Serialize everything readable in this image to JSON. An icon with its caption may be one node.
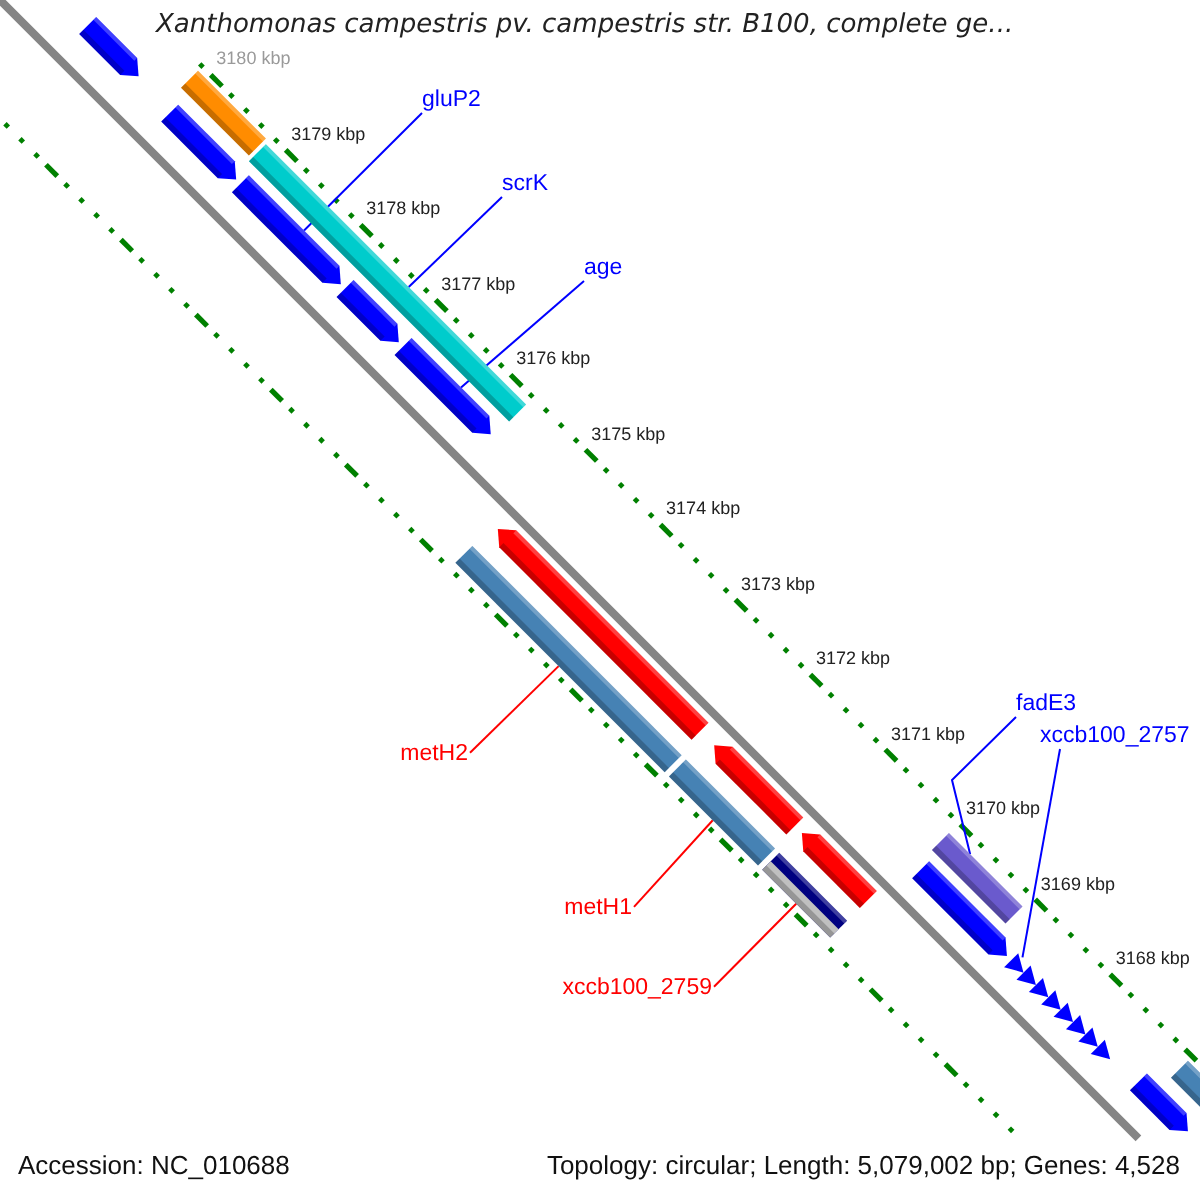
{
  "diagram": {
    "title": "Xanthomonas campestris pv. campestris str. B100, complete ge...",
    "nodes": [
      {
        "text": [
          "gluP2"
        ]
      },
      {
        "text": [
          "scrK"
        ]
      },
      {
        "text": [
          "age"
        ]
      },
      {
        "text": [
          "fadE3"
        ]
      },
      {
        "text": [
          "xccb100_2757"
        ]
      },
      {
        "text": [
          "metH2"
        ]
      },
      {
        "text": [
          "metH1"
        ]
      },
      {
        "text": [
          "xccb100_2759"
        ]
      },
      {
        "text": [],
        "shape": "arrow"
      },
      {
        "text": [],
        "shape": "bar"
      },
      {
        "text": [],
        "shape": "arrow"
      },
      {
        "text": [],
        "shape": "bar"
      },
      {
        "text": [],
        "shape": "arrow"
      },
      {
        "text": [],
        "shape": "bar"
      },
      {
        "text": [],
        "shape": "bar"
      },
      {
        "text": [],
        "shape": "bar"
      },
      {
        "text": [],
        "shape": "arrow"
      },
      {
        "text": [],
        "shape": "arrow"
      },
      {
        "text": [],
        "shape": "arrow"
      },
      {
        "text": [],
        "shape": "bar"
      },
      {
        "text": [],
        "shape": "arrow"
      },
      {
        "text": [],
        "shape": "arrow"
      },
      {
        "text": [],
        "shape": "arrow"
      },
      {
        "text": [],
        "shape": "arrow"
      },
      {
        "text": [],
        "shape": "arrow"
      },
      {
        "text": [],
        "shape": "bar"
      }
    ],
    "edges": [
      {
        "from": 0,
        "to": 8,
        "arrow": "none"
      },
      {
        "from": 1,
        "to": 9,
        "arrow": "none"
      },
      {
        "from": 2,
        "to": 10,
        "arrow": "none"
      },
      {
        "from": 3,
        "to": 11,
        "arrow": "none"
      },
      {
        "from": 4,
        "to": 12,
        "arrow": "none"
      },
      {
        "from": 5,
        "to": 13,
        "arrow": "none",
        "color": "#ff0000"
      },
      {
        "from": 6,
        "to": 14,
        "arrow": "none",
        "color": "#ff0000"
      },
      {
        "from": 7,
        "to": 15,
        "arrow": "none",
        "color": "#ff0000"
      }
    ],
    "labels": [
      "3180 kbp",
      "3179 kbp",
      "3178 kbp",
      "3177 kbp",
      "3176 kbp",
      "3175 kbp",
      "3174 kbp",
      "3173 kbp",
      "3172 kbp",
      "3171 kbp",
      "3170 kbp",
      "3169 kbp",
      "3168 kbp",
      "Accession: NC_010688",
      "Topology: circular; Length: 5,079,002 bp; Genes: 4,528"
    ]
  }
}
